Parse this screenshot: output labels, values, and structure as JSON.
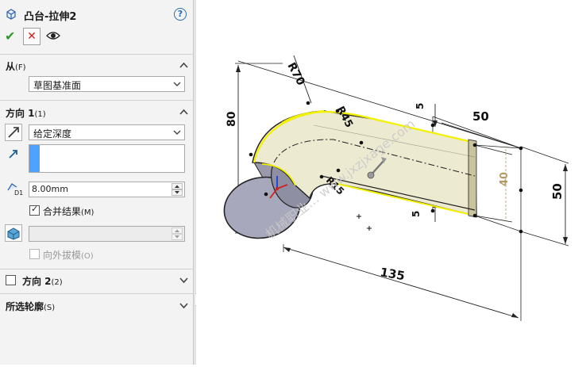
{
  "panel": {
    "title": "凸台-拉伸2",
    "help_label": "?",
    "ok_label": "✔",
    "cancel_label": "✕",
    "from": {
      "label": "从",
      "hotkey": "(F)",
      "value": "草图基准面"
    },
    "direction1": {
      "label": "方向 1",
      "hotkey": "(1)",
      "end_condition": "给定深度",
      "depth": "8.00mm",
      "depth_tag": "D1",
      "merge_result": {
        "label": "合并结果",
        "hotkey": "(M)",
        "checked": true
      },
      "draft_outward": {
        "label": "向外拔模",
        "hotkey": "(O)",
        "checked": false,
        "enabled": false
      }
    },
    "direction2": {
      "label": "方向 2",
      "hotkey": "(2)",
      "checked": false
    },
    "selected_contours": {
      "label": "所选轮廓",
      "hotkey": "(S)"
    }
  },
  "drawing": {
    "dims": [
      "R70",
      "80",
      "R45",
      "5",
      "50",
      "40",
      "50",
      "5",
      "R15",
      "135"
    ],
    "watermark": "机械职业…   www.jxzjxage.com"
  },
  "colors": {
    "panel_bg": "#f3f3f3",
    "accent_blue": "#4da3ff",
    "face_yellow": "#ece9c6",
    "edge_yellow": "#f2f200",
    "cylinder": "#a9a9bb"
  }
}
